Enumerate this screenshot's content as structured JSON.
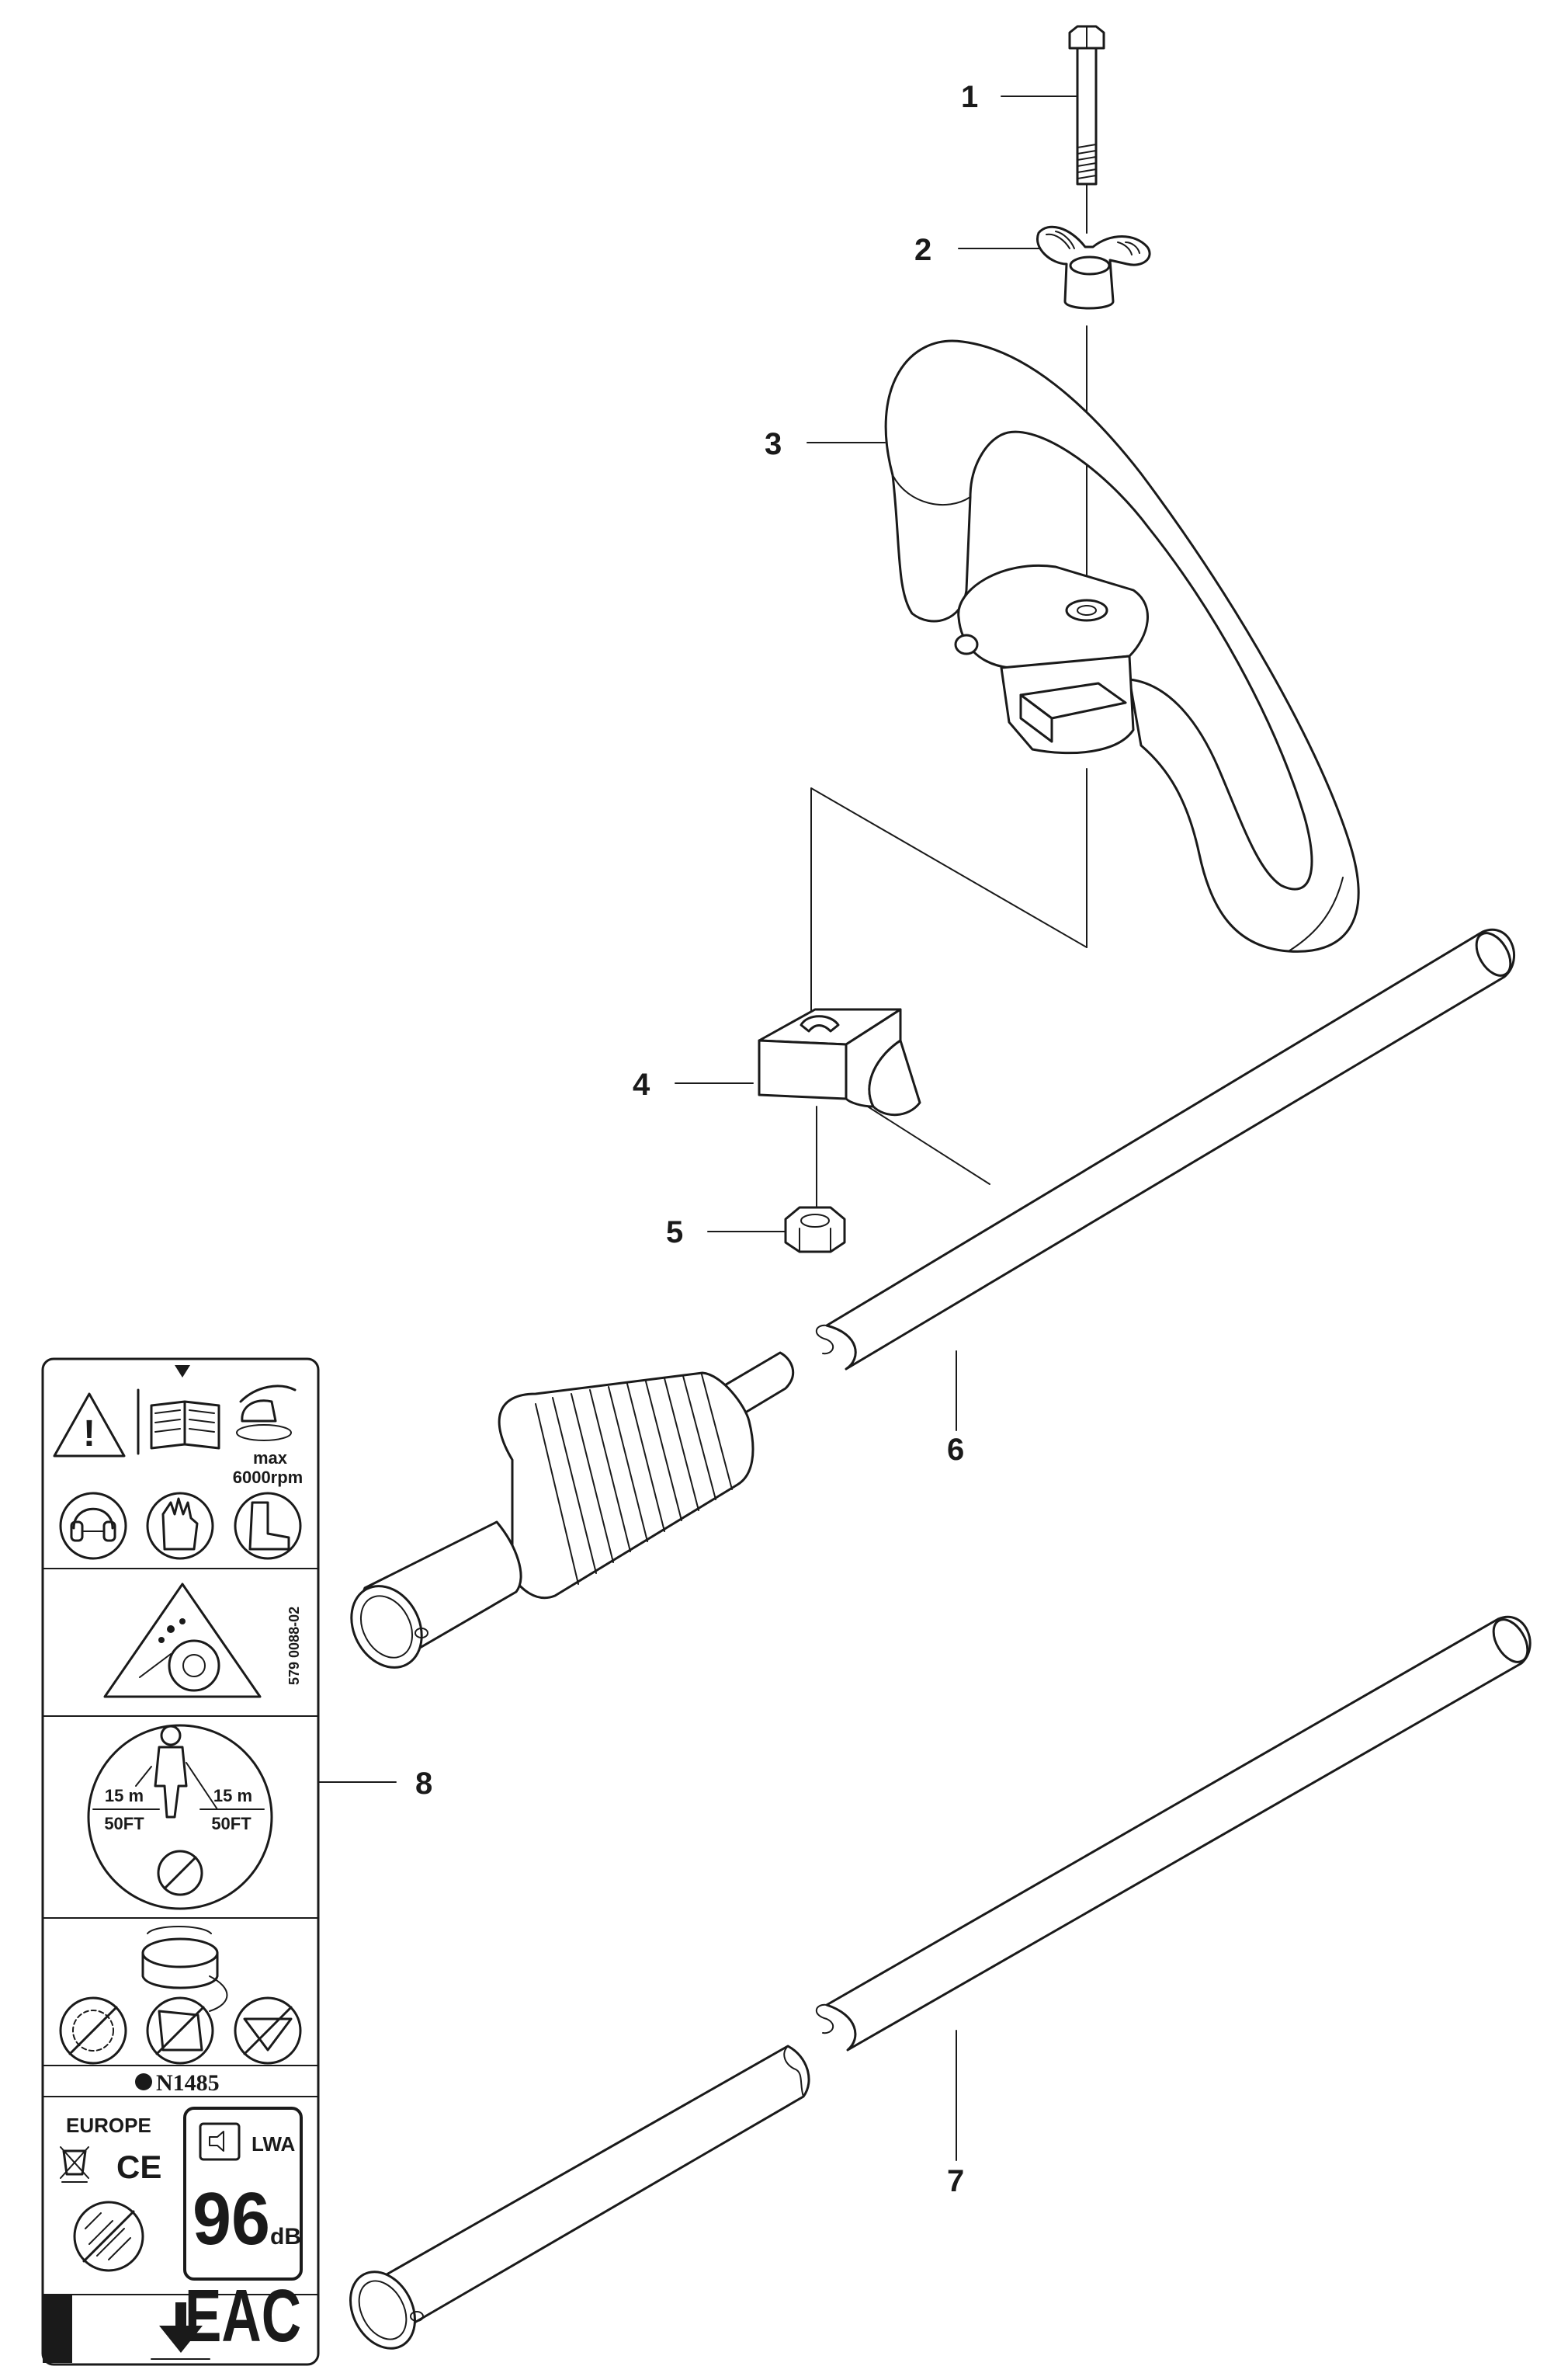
{
  "callouts": [
    "1",
    "2",
    "3",
    "4",
    "5",
    "6",
    "7",
    "8"
  ],
  "decal": {
    "speed": {
      "max": "max",
      "rpm": "6000rpm"
    },
    "part_number": "579 0088-02",
    "distance": {
      "m_left": "15 m",
      "ft_left": "50FT",
      "m_right": "15 m",
      "ft_right": "50FT"
    },
    "cert": "N1485",
    "region": "EUROPE",
    "ce": "CE",
    "noise": {
      "value": "96",
      "unit": "dB",
      "lwa": "LWA"
    },
    "eac": "EAC"
  }
}
